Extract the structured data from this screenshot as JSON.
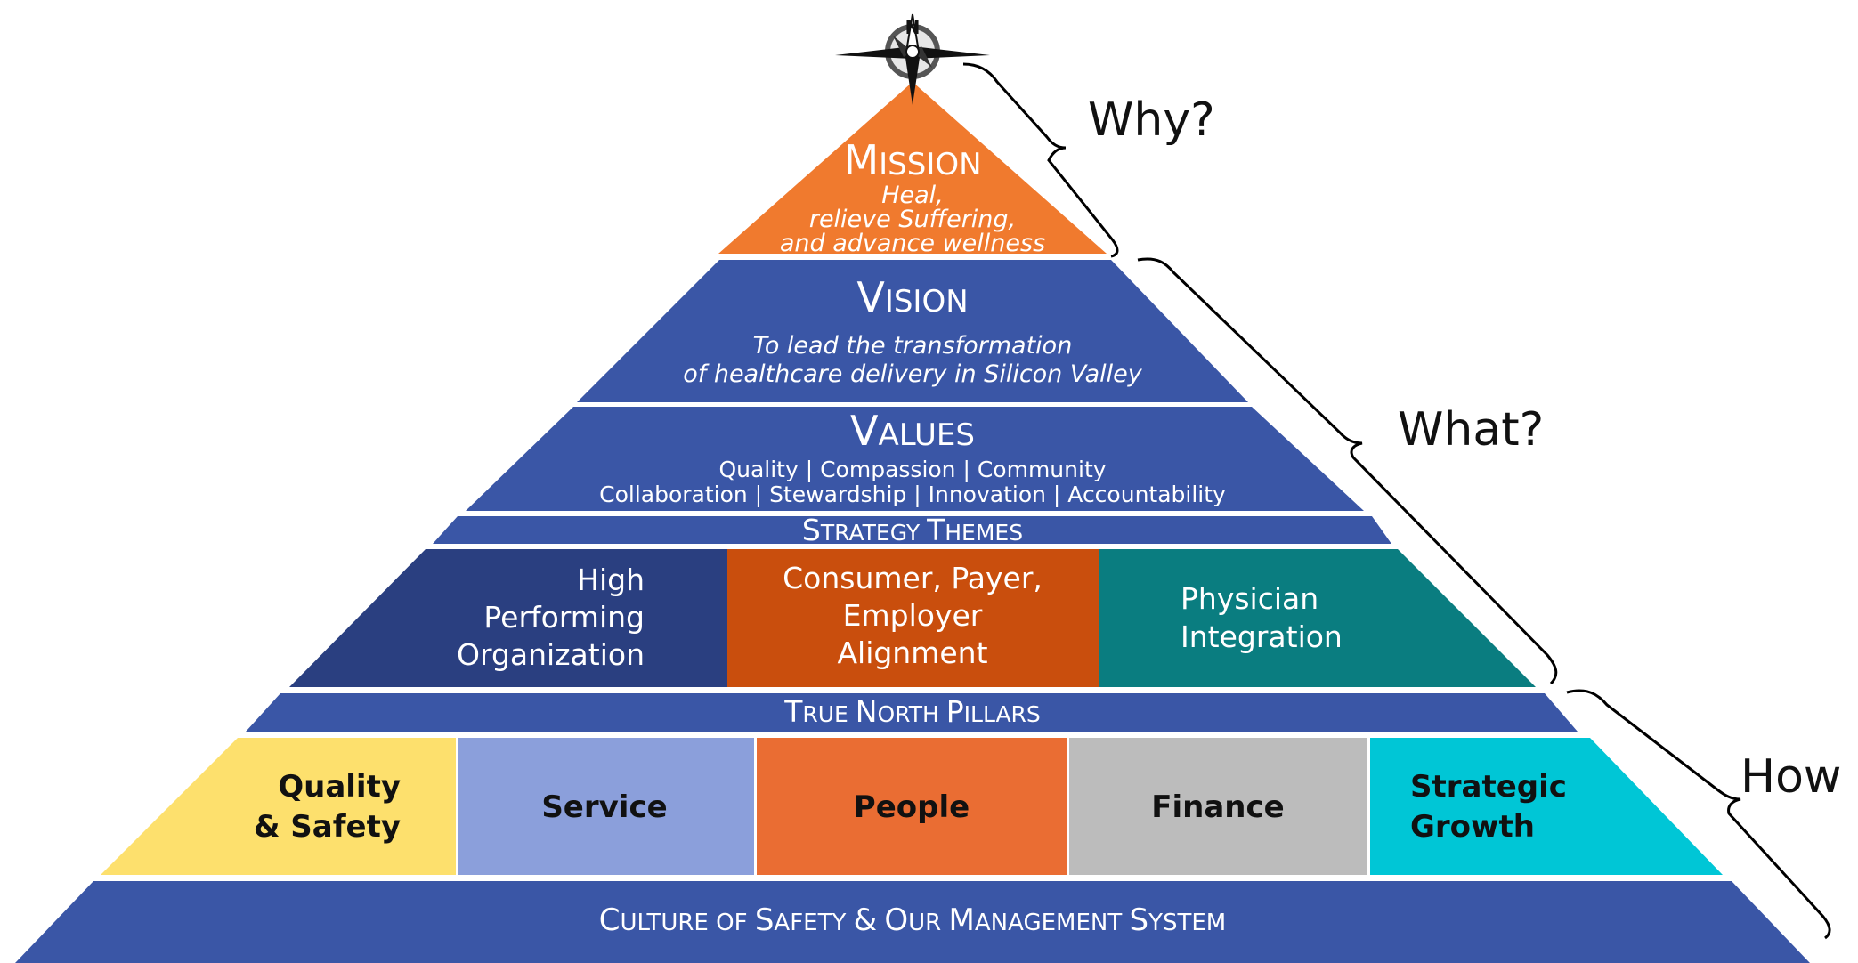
{
  "mission": {
    "title_initial": "M",
    "title_rest": "ISSION",
    "line1": "Heal,",
    "line2": "relieve Suffering,",
    "line3": "and advance wellness",
    "color": "#f07a2e"
  },
  "vision": {
    "title_initial": "V",
    "title_rest": "ISION",
    "line1": "To lead the transformation",
    "line2": "of healthcare delivery in Silicon Valley",
    "color": "#3a56a6"
  },
  "values": {
    "title_initial": "V",
    "title_rest": "ALUES",
    "line1": "Quality | Compassion | Community",
    "line2": "Collaboration | Stewardship | Innovation | Accountability",
    "color": "#3a56a6"
  },
  "strategy_themes": {
    "part1_initial": "S",
    "part1_rest": "TRATEGY",
    "part2_initial": "T",
    "part2_rest": "HEMES",
    "color": "#3a56a6",
    "items": [
      {
        "lines": [
          "High",
          "Performing",
          "Organization"
        ],
        "color": "#2a3f80"
      },
      {
        "lines": [
          "Consumer, Payer,",
          "Employer",
          "Alignment"
        ],
        "color": "#c94e0d"
      },
      {
        "lines": [
          "Physician",
          "Integration"
        ],
        "color": "#0a7d80"
      }
    ]
  },
  "true_north": {
    "w1_initial": "T",
    "w1_rest": "RUE",
    "w2_initial": "N",
    "w2_rest": "ORTH",
    "w3_initial": "P",
    "w3_rest": "ILLARS",
    "color": "#3a56a6",
    "pillars": [
      {
        "lines": [
          "Quality",
          "& Safety"
        ],
        "color": "#fde06d"
      },
      {
        "lines": [
          "Service"
        ],
        "color": "#8b9fdb"
      },
      {
        "lines": [
          "People"
        ],
        "color": "#ea6d33"
      },
      {
        "lines": [
          "Finance"
        ],
        "color": "#bcbcbc"
      },
      {
        "lines": [
          "Strategic",
          "Growth"
        ],
        "color": "#00c6d6"
      }
    ]
  },
  "culture": {
    "w1_initial": "C",
    "w1_rest": "ULTURE",
    "w2": "OF",
    "w3_initial": "S",
    "w3_rest": "AFETY",
    "amp": "&",
    "w4_initial": "O",
    "w4_rest": "UR",
    "w5_initial": "M",
    "w5_rest": "ANAGEMENT",
    "w6_initial": "S",
    "w6_rest": "YSTEM",
    "color": "#3a56a6"
  },
  "questions": {
    "why": "Why?",
    "what": "What?",
    "how": "How"
  },
  "compass": {
    "north_label": "N"
  }
}
